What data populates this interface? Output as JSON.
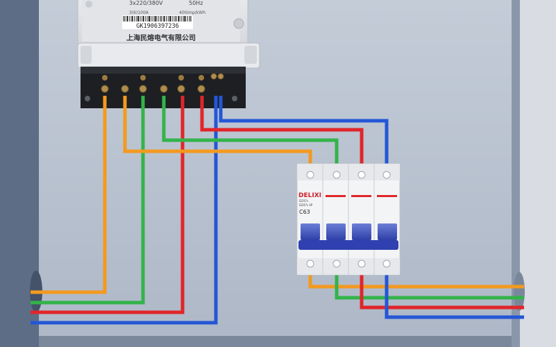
{
  "meter": {
    "spec_line": "3x220/380V",
    "freq": "50Hz",
    "small_left": "3(6)100A",
    "small_right": "400imp/kWh",
    "serial": "GK1906397236",
    "maker": "上海民熔电气有限公司"
  },
  "breaker": {
    "brand": "DELIXI",
    "series": "DZ47s",
    "model_line": "DZ47s 4P",
    "rating": "C63"
  },
  "wire_colors": {
    "orange": "#f39a1e",
    "green": "#33b34a",
    "red": "#e0262a",
    "blue": "#2456d6"
  }
}
